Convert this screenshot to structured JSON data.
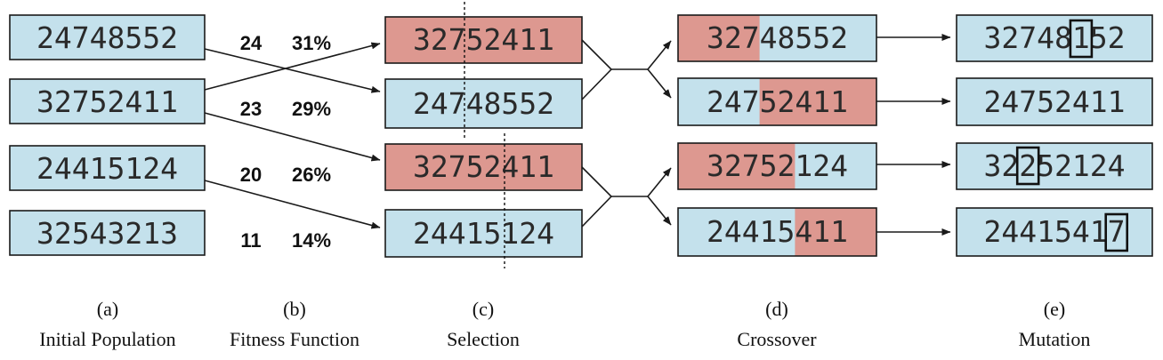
{
  "colors": {
    "blue": "#c4e1ec",
    "red": "#dd9890",
    "border": "#1a1a1a"
  },
  "columns": {
    "initial_population": [
      "24748552",
      "32752411",
      "24415124",
      "32543213"
    ],
    "fitness": [
      {
        "score": "24",
        "percent": "31%"
      },
      {
        "score": "23",
        "percent": "29%"
      },
      {
        "score": "20",
        "percent": "26%"
      },
      {
        "score": "11",
        "percent": "14%"
      }
    ],
    "selection": [
      {
        "text": "32752411",
        "color": "red",
        "cut": 3
      },
      {
        "text": "24748552",
        "color": "blue",
        "cut": 3
      },
      {
        "text": "32752411",
        "color": "red",
        "cut": 5
      },
      {
        "text": "24415124",
        "color": "blue",
        "cut": 5
      }
    ],
    "crossover": [
      {
        "text": "32748552",
        "red_chars": 3,
        "red_side": "left"
      },
      {
        "text": "24752411",
        "red_chars": 5,
        "red_side": "right"
      },
      {
        "text": "32752124",
        "red_chars": 5,
        "red_side": "left"
      },
      {
        "text": "24415411",
        "red_chars": 3,
        "red_side": "right"
      }
    ],
    "mutation": [
      {
        "text": "32748152",
        "mutated_index": 5
      },
      {
        "text": "24752411",
        "mutated_index": null
      },
      {
        "text": "32252124",
        "mutated_index": 2
      },
      {
        "text": "24415417",
        "mutated_index": 7
      }
    ]
  },
  "captions": [
    {
      "letter": "(a)",
      "label": "Initial Population"
    },
    {
      "letter": "(b)",
      "label": "Fitness Function"
    },
    {
      "letter": "(c)",
      "label": "Selection"
    },
    {
      "letter": "(d)",
      "label": "Crossover"
    },
    {
      "letter": "(e)",
      "label": "Mutation"
    }
  ]
}
